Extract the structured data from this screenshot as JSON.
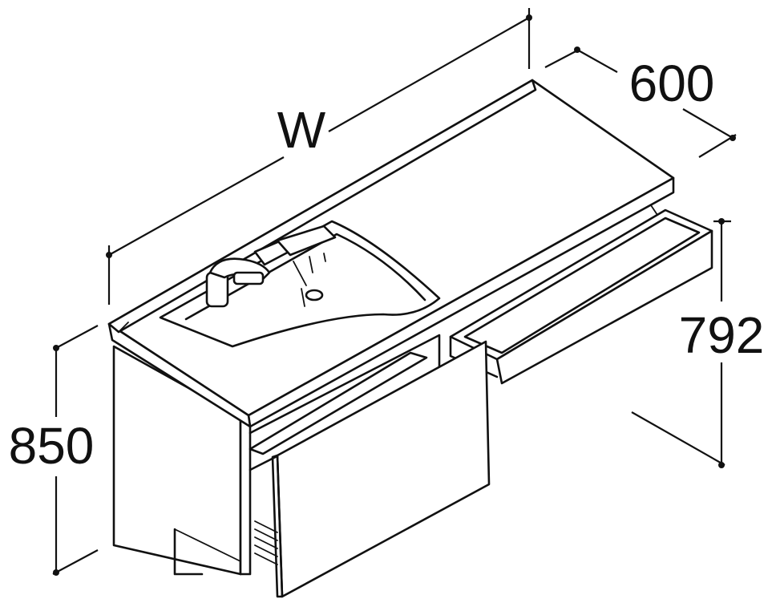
{
  "dimensions": {
    "width_label": "W",
    "depth_label": "600",
    "drawer_height_label": "792",
    "total_height_label": "850"
  },
  "colors": {
    "line": "#111111",
    "background": "#ffffff"
  }
}
